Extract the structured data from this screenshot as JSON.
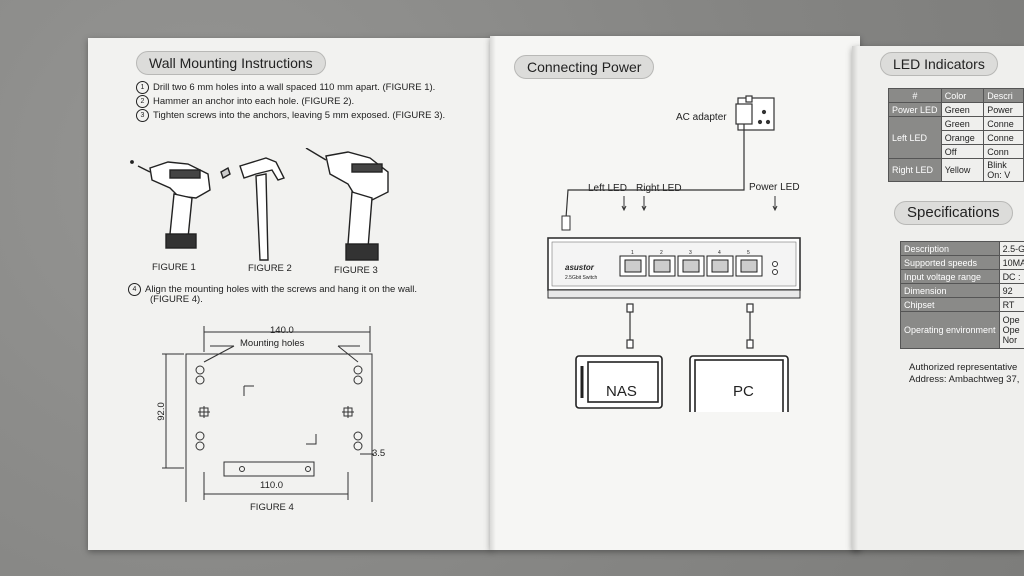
{
  "wall": {
    "title": "Wall Mounting Instructions",
    "steps": [
      {
        "num": "1",
        "text": "Drill two 6 mm holes into a wall spaced 110 mm apart. (FIGURE 1)."
      },
      {
        "num": "2",
        "text": "Hammer an anchor into each hole. (FIGURE 2)."
      },
      {
        "num": "3",
        "text": "Tighten screws into the anchors, leaving 5 mm exposed. (FIGURE 3)."
      }
    ],
    "step4": {
      "num": "4",
      "line1": "Align the mounting holes with the screws and hang it on the wall.",
      "line2": "(FIGURE 4)."
    },
    "figures": [
      "FIGURE 1",
      "FIGURE 2",
      "FIGURE 3"
    ],
    "figure4": {
      "caption": "FIGURE 4",
      "width": "140.0",
      "mounting_label": "Mounting holes",
      "height": "92.0",
      "spacing": "110.0",
      "offset": "3.5"
    }
  },
  "power": {
    "title": "Connecting Power",
    "ac_adapter": "AC adapter",
    "left_led": "Left LED",
    "right_led": "Right LED",
    "power_led": "Power LED",
    "brand": "asustor",
    "switch_label": "2.5Gbit Switch",
    "port_numbers": [
      "1",
      "2",
      "3",
      "4",
      "5"
    ],
    "nas": "NAS",
    "pc": "PC"
  },
  "led": {
    "title": "LED Indicators",
    "headers": [
      "#",
      "Color",
      "Descri"
    ],
    "rows": [
      {
        "name": "Power LED",
        "color": "Green",
        "desc": "Power"
      },
      {
        "name": "Left LED",
        "color": "Green",
        "desc": "Conne"
      },
      {
        "name": "",
        "color": "Orange",
        "desc": "Conne"
      },
      {
        "name": "",
        "color": "Off",
        "desc": "Conn"
      },
      {
        "name": "Right LED",
        "color": "Yellow",
        "desc": "Blink",
        "desc2": "On: V"
      }
    ]
  },
  "spec": {
    "title": "Specifications",
    "rows": [
      {
        "k": "Description",
        "v": "2.5-G"
      },
      {
        "k": "Supported speeds",
        "v": "10MA"
      },
      {
        "k": "Input voltage range",
        "v": "DC :"
      },
      {
        "k": "Dimension",
        "v": "92"
      },
      {
        "k": "Chipset",
        "v": "RT"
      },
      {
        "k": "Operating environment",
        "v": "Ope",
        "v2": "Ope",
        "v3": "Nor"
      }
    ],
    "auth_line1": "Authorized representative",
    "auth_line2": "Address: Ambachtweg 37,"
  }
}
